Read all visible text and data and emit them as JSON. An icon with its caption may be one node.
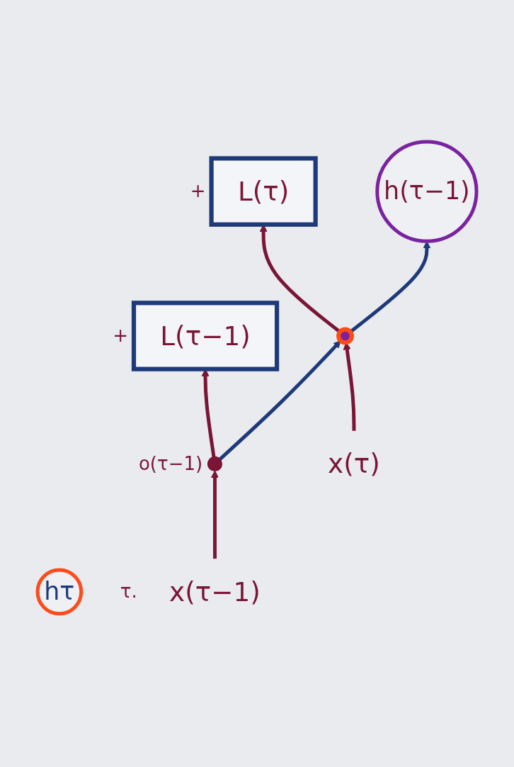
{
  "diagram": {
    "nodes": [
      {
        "text": [
          "L(τ−1)"
        ],
        "beside": [
          "+"
        ]
      },
      {
        "text": [
          "L(τ)"
        ],
        "beside": [
          "+"
        ]
      },
      {
        "text": [],
        "shape": "circle",
        "beside": [
          "o(τ−1)"
        ]
      },
      {
        "text": [],
        "shape": "circle"
      },
      {
        "text": [
          "h(τ−1)"
        ]
      },
      {
        "text": [
          "hτ"
        ]
      },
      {
        "text": [
          "x(τ−1)"
        ],
        "beside": [
          "τ."
        ]
      },
      {
        "text": [
          "x(τ)"
        ]
      }
    ],
    "edges": [
      {
        "from": 6,
        "to": 2,
        "arrow": "to"
      },
      {
        "from": 2,
        "to": 0,
        "arrow": "to"
      },
      {
        "from": 2,
        "to": 3,
        "arrow": "to",
        "color": "#1e3a7a"
      },
      {
        "from": 7,
        "to": 3,
        "arrow": "to"
      },
      {
        "from": 3,
        "to": 1,
        "arrow": "to"
      },
      {
        "from": 3,
        "to": 4,
        "arrow": "to",
        "color": "#1e3a7a"
      }
    ]
  }
}
